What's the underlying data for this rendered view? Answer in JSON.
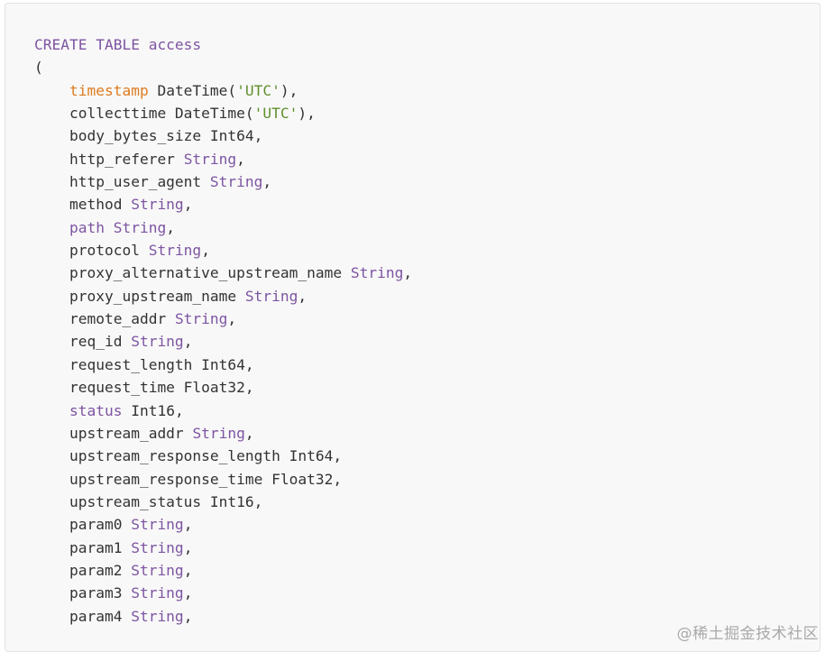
{
  "colors": {
    "background": "#f8f8f8",
    "border": "#e3e3e3",
    "text": "#333333",
    "keyword": "#7d54a2",
    "name": "#dd7c1f",
    "string": "#5f8f2a",
    "watermark": "#a9a9a9"
  },
  "code": {
    "language": "sql",
    "lines": [
      [
        {
          "t": "CREATE TABLE access",
          "c": "kw"
        }
      ],
      [
        {
          "t": "(",
          "c": "plain"
        }
      ],
      [
        {
          "t": "    ",
          "c": "plain"
        },
        {
          "t": "timestamp",
          "c": "name"
        },
        {
          "t": " DateTime(",
          "c": "plain"
        },
        {
          "t": "'UTC'",
          "c": "str"
        },
        {
          "t": "),",
          "c": "plain"
        }
      ],
      [
        {
          "t": "    collecttime DateTime(",
          "c": "plain"
        },
        {
          "t": "'UTC'",
          "c": "str"
        },
        {
          "t": "),",
          "c": "plain"
        }
      ],
      [
        {
          "t": "    body_bytes_size Int64,",
          "c": "plain"
        }
      ],
      [
        {
          "t": "    http_referer ",
          "c": "plain"
        },
        {
          "t": "String",
          "c": "kw"
        },
        {
          "t": ",",
          "c": "plain"
        }
      ],
      [
        {
          "t": "    http_user_agent ",
          "c": "plain"
        },
        {
          "t": "String",
          "c": "kw"
        },
        {
          "t": ",",
          "c": "plain"
        }
      ],
      [
        {
          "t": "    method ",
          "c": "plain"
        },
        {
          "t": "String",
          "c": "kw"
        },
        {
          "t": ",",
          "c": "plain"
        }
      ],
      [
        {
          "t": "    ",
          "c": "plain"
        },
        {
          "t": "path",
          "c": "kw"
        },
        {
          "t": " ",
          "c": "plain"
        },
        {
          "t": "String",
          "c": "kw"
        },
        {
          "t": ",",
          "c": "plain"
        }
      ],
      [
        {
          "t": "    protocol ",
          "c": "plain"
        },
        {
          "t": "String",
          "c": "kw"
        },
        {
          "t": ",",
          "c": "plain"
        }
      ],
      [
        {
          "t": "    proxy_alternative_upstream_name ",
          "c": "plain"
        },
        {
          "t": "String",
          "c": "kw"
        },
        {
          "t": ",",
          "c": "plain"
        }
      ],
      [
        {
          "t": "    proxy_upstream_name ",
          "c": "plain"
        },
        {
          "t": "String",
          "c": "kw"
        },
        {
          "t": ",",
          "c": "plain"
        }
      ],
      [
        {
          "t": "    remote_addr ",
          "c": "plain"
        },
        {
          "t": "String",
          "c": "kw"
        },
        {
          "t": ",",
          "c": "plain"
        }
      ],
      [
        {
          "t": "    req_id ",
          "c": "plain"
        },
        {
          "t": "String",
          "c": "kw"
        },
        {
          "t": ",",
          "c": "plain"
        }
      ],
      [
        {
          "t": "    request_length Int64,",
          "c": "plain"
        }
      ],
      [
        {
          "t": "    request_time Float32,",
          "c": "plain"
        }
      ],
      [
        {
          "t": "    ",
          "c": "plain"
        },
        {
          "t": "status",
          "c": "kw"
        },
        {
          "t": " Int16,",
          "c": "plain"
        }
      ],
      [
        {
          "t": "    upstream_addr ",
          "c": "plain"
        },
        {
          "t": "String",
          "c": "kw"
        },
        {
          "t": ",",
          "c": "plain"
        }
      ],
      [
        {
          "t": "    upstream_response_length Int64,",
          "c": "plain"
        }
      ],
      [
        {
          "t": "    upstream_response_time Float32,",
          "c": "plain"
        }
      ],
      [
        {
          "t": "    upstream_status Int16,",
          "c": "plain"
        }
      ],
      [
        {
          "t": "    param0 ",
          "c": "plain"
        },
        {
          "t": "String",
          "c": "kw"
        },
        {
          "t": ",",
          "c": "plain"
        }
      ],
      [
        {
          "t": "    param1 ",
          "c": "plain"
        },
        {
          "t": "String",
          "c": "kw"
        },
        {
          "t": ",",
          "c": "plain"
        }
      ],
      [
        {
          "t": "    param2 ",
          "c": "plain"
        },
        {
          "t": "String",
          "c": "kw"
        },
        {
          "t": ",",
          "c": "plain"
        }
      ],
      [
        {
          "t": "    param3 ",
          "c": "plain"
        },
        {
          "t": "String",
          "c": "kw"
        },
        {
          "t": ",",
          "c": "plain"
        }
      ],
      [
        {
          "t": "    param4 ",
          "c": "plain"
        },
        {
          "t": "String",
          "c": "kw"
        },
        {
          "t": ",",
          "c": "plain"
        }
      ]
    ]
  },
  "watermark": {
    "text": "@稀土掘金技术社区"
  }
}
